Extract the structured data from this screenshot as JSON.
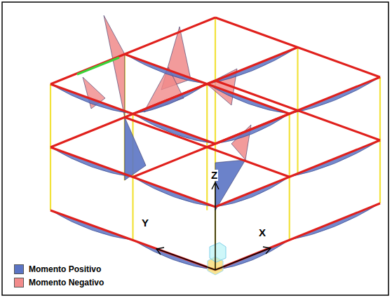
{
  "diagram": {
    "labels": [
      "Z",
      "Y",
      "X"
    ],
    "legend": [
      {
        "text": "Momento Positivo",
        "color": "#5b74c4"
      },
      {
        "text": "Momento Negativo",
        "color": "#f28b8b"
      }
    ]
  }
}
